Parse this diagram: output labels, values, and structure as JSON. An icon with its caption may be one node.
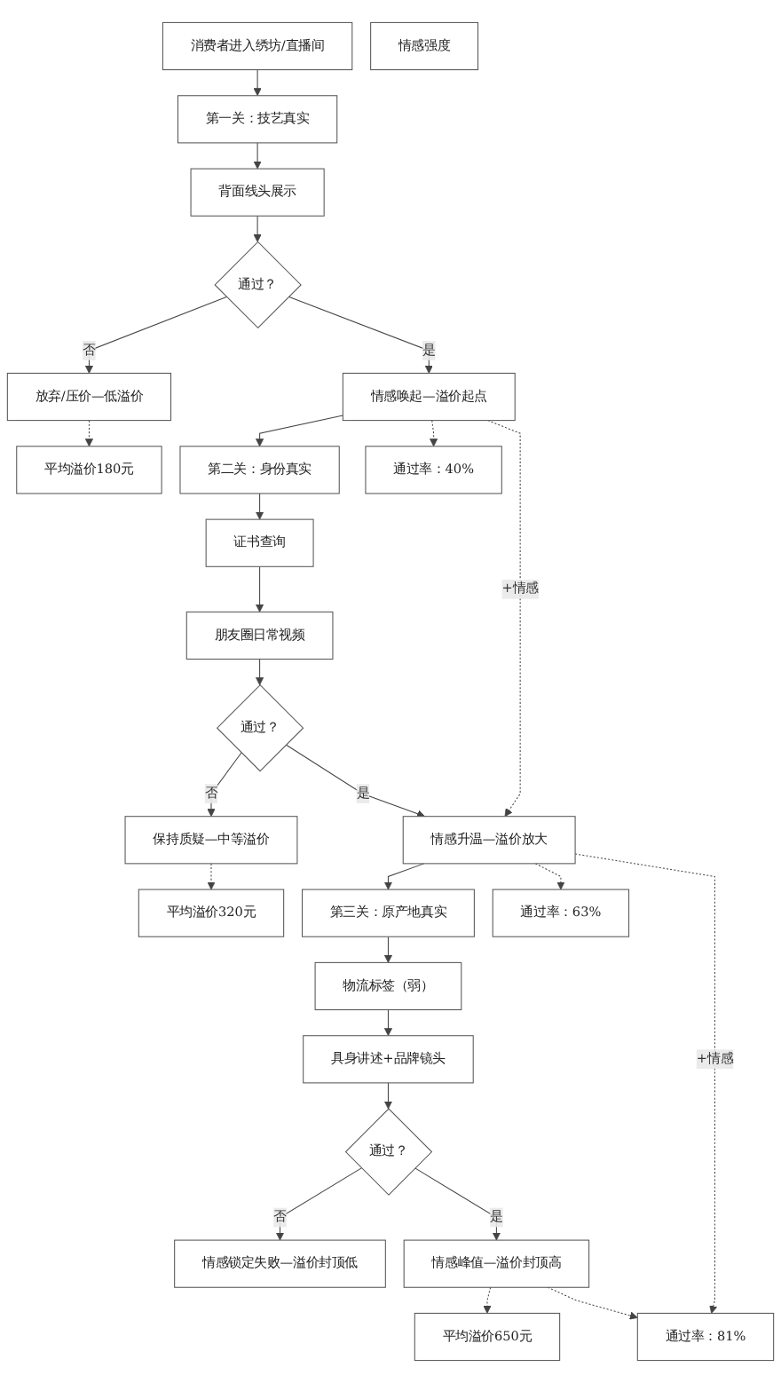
{
  "diagram": {
    "nodes": [
      {
        "text": [
          "消费者进入绣坊/直播间"
        ]
      },
      {
        "text": [
          "情感强度"
        ]
      },
      {
        "text": [
          "第一关：技艺真实"
        ]
      },
      {
        "text": [
          "背面线头展示"
        ]
      },
      {
        "text": [
          "通过？"
        ]
      },
      {
        "text": [
          "放弃/压价—低溢价"
        ]
      },
      {
        "text": [
          "情感唤起—溢价起点"
        ]
      },
      {
        "text": [
          "平均溢价180元"
        ]
      },
      {
        "text": [
          "第二关：身份真实"
        ]
      },
      {
        "text": [
          "通过率：40%"
        ]
      },
      {
        "text": [
          "证书查询"
        ]
      },
      {
        "text": [
          "朋友圈日常视频"
        ]
      },
      {
        "text": [
          "通过？"
        ]
      },
      {
        "text": [
          "保持质疑—中等溢价"
        ]
      },
      {
        "text": [
          "情感升温—溢价放大"
        ]
      },
      {
        "text": [
          "平均溢价320元"
        ]
      },
      {
        "text": [
          "第三关：原产地真实"
        ]
      },
      {
        "text": [
          "通过率：63%"
        ]
      },
      {
        "text": [
          "物流标签（弱）"
        ]
      },
      {
        "text": [
          "具身讲述+品牌镜头"
        ]
      },
      {
        "text": [
          "通过？"
        ]
      },
      {
        "text": [
          "情感锁定失败—溢价封顶低"
        ]
      },
      {
        "text": [
          "情感峰值—溢价封顶高"
        ]
      },
      {
        "text": [
          "平均溢价650元"
        ]
      },
      {
        "text": [
          "通过率：81%"
        ]
      }
    ],
    "edges": [
      {
        "from": 0,
        "to": 2,
        "arrow": "to"
      },
      {
        "from": 2,
        "to": 3,
        "arrow": "to"
      },
      {
        "from": 3,
        "to": 4,
        "arrow": "to"
      },
      {
        "from": 4,
        "to": 5,
        "arrow": "to",
        "label": "否"
      },
      {
        "from": 4,
        "to": 6,
        "arrow": "to",
        "label": "是"
      },
      {
        "from": 5,
        "to": 7,
        "arrow": "to",
        "style": "dashed"
      },
      {
        "from": 6,
        "to": 8,
        "arrow": "to"
      },
      {
        "from": 6,
        "to": 9,
        "arrow": "to",
        "style": "dashed"
      },
      {
        "from": 6,
        "to": 14,
        "arrow": "to",
        "style": "dashed",
        "label": "+情感"
      },
      {
        "from": 8,
        "to": 10,
        "arrow": "to"
      },
      {
        "from": 10,
        "to": 11,
        "arrow": "to"
      },
      {
        "from": 11,
        "to": 12,
        "arrow": "to"
      },
      {
        "from": 12,
        "to": 13,
        "arrow": "to",
        "label": "否"
      },
      {
        "from": 12,
        "to": 14,
        "arrow": "to",
        "label": "是"
      },
      {
        "from": 13,
        "to": 15,
        "arrow": "to",
        "style": "dashed"
      },
      {
        "from": 14,
        "to": 16,
        "arrow": "to"
      },
      {
        "from": 14,
        "to": 17,
        "arrow": "to",
        "style": "dashed"
      },
      {
        "from": 14,
        "to": 24,
        "arrow": "to",
        "style": "dashed",
        "label": "+情感"
      },
      {
        "from": 16,
        "to": 18,
        "arrow": "to"
      },
      {
        "from": 18,
        "to": 19,
        "arrow": "to"
      },
      {
        "from": 19,
        "to": 20,
        "arrow": "to"
      },
      {
        "from": 20,
        "to": 21,
        "arrow": "to",
        "label": "否"
      },
      {
        "from": 20,
        "to": 22,
        "arrow": "to",
        "label": "是"
      },
      {
        "from": 22,
        "to": 23,
        "arrow": "to",
        "style": "dashed"
      },
      {
        "from": 22,
        "to": 24,
        "arrow": "to",
        "style": "dashed"
      }
    ]
  }
}
